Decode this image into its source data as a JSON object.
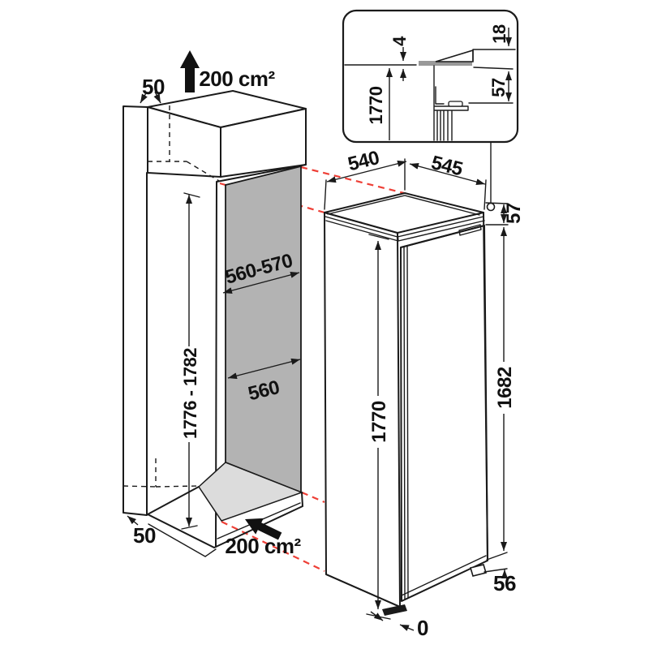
{
  "diagram_kind": "built-in appliance installation dimension drawing (mm)",
  "labels": {
    "niche_top_gap": "50",
    "vent_top": "200 cm²",
    "niche_width_range": "560-570",
    "niche_depth": "560",
    "niche_height_range": "1776 - 1782",
    "niche_bottom_gap": "50",
    "vent_bottom": "200 cm²",
    "appliance_width": "540",
    "appliance_depth": "545",
    "appliance_top_offset": "57",
    "appliance_height": "1770",
    "door_height": "1682",
    "plinth_height": "56",
    "floor_gap": "0",
    "detail_gap": "4",
    "detail_step": "18",
    "detail_height": "1770",
    "detail_top_offset": "57"
  },
  "colors": {
    "red_dash": "#ee3f36",
    "panel_gray": "#b3b3b3",
    "floor_gray": "#dcdcdc",
    "worktop_gray": "#999999",
    "line": "#1a1a1a"
  }
}
